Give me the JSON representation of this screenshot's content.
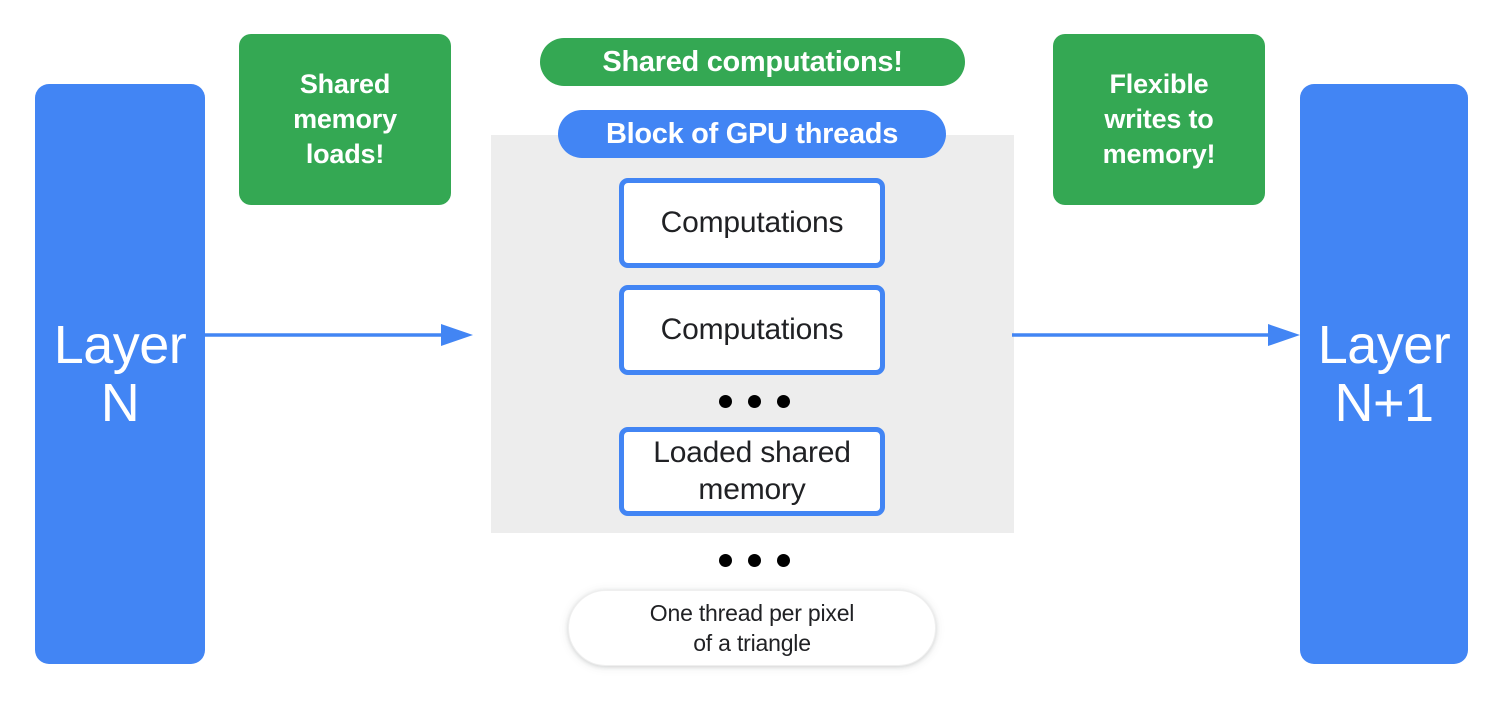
{
  "diagram": {
    "title": "GPU block shared-memory dataflow between neural network layers",
    "colors": {
      "blue": "#4285F4",
      "green": "#34A853",
      "block_gray": "#EDEDED",
      "text_dark": "#202124",
      "text_light": "#FFFFFF"
    },
    "layers": {
      "input": {
        "label": "Layer\nN",
        "line1": "Layer",
        "line2": "N"
      },
      "output": {
        "label": "Layer\nN+1",
        "line1": "Layer",
        "line2": "N+1"
      }
    },
    "callouts": [
      {
        "id": "shared-memory-loads",
        "label": "Shared\nmemory\nloads!",
        "color": "#34A853",
        "shape": "rounded-rectangle"
      },
      {
        "id": "flexible-writes-to-memory",
        "label": "Flexible\nwrites to\nmemory!",
        "color": "#34A853",
        "shape": "rounded-rectangle"
      }
    ],
    "badges": [
      {
        "id": "shared-computations",
        "label": "Shared computations!",
        "color": "#34A853",
        "shape": "pill"
      },
      {
        "id": "block-of-gpu-threads",
        "label": "Block of GPU threads",
        "color": "#4285F4",
        "shape": "pill"
      }
    ],
    "block": {
      "background": "#EDEDED",
      "threads": [
        {
          "id": "thread-computations-1",
          "label": "Computations"
        },
        {
          "id": "thread-computations-2",
          "label": "Computations"
        },
        {
          "id": "thread-loaded-shared-memory",
          "label": "Loaded shared\nmemory"
        }
      ],
      "ellipsis_inside": "• • •",
      "ellipsis_outside": "• • •"
    },
    "note": {
      "label": "One thread per pixel\nof a triangle",
      "line1": "One thread per pixel",
      "line2": "of a triangle"
    },
    "arrows": [
      {
        "id": "arrow-layer-n-to-block",
        "direction": "right",
        "color": "#4285F4"
      },
      {
        "id": "arrow-block-to-layer-n1",
        "direction": "right",
        "color": "#4285F4"
      }
    ]
  }
}
